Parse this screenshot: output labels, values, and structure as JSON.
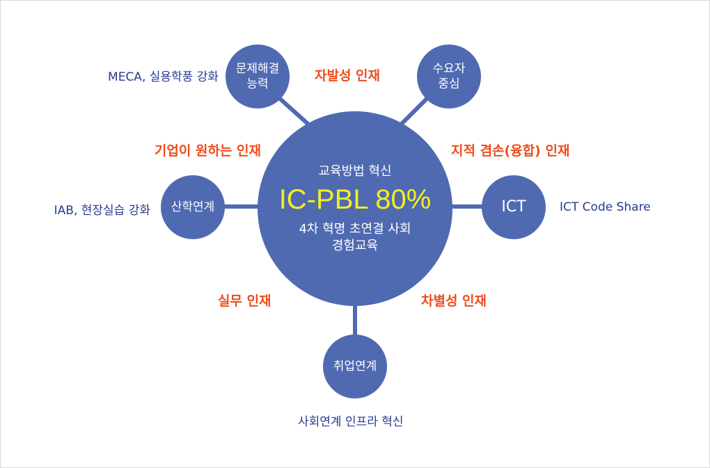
{
  "center": {
    "top": "교육방법 혁신",
    "headline": "IC-PBL 80%",
    "line1": "4차 혁명 초연결 사회",
    "line2": "경험교육"
  },
  "nodes": {
    "problem": {
      "line1": "문제해결",
      "line2": "능력",
      "note": "MECA, 실용학풍 강화"
    },
    "demand": {
      "line1": "수요자",
      "line2": "중심"
    },
    "industry": {
      "label": "산학연계",
      "note": "IAB, 현장실습 강화"
    },
    "ict": {
      "label": "ICT",
      "note": "ICT Code Share"
    },
    "job": {
      "label": "취업연계",
      "note": "사회연계 인프라 혁신"
    }
  },
  "talents": {
    "self": "자발성 인재",
    "corporate": "기업이 원하는 인재",
    "knowledge": "지적 겸손(융합) 인재",
    "practical": "실무 인재",
    "distinct": "차별성 인재"
  },
  "colors": {
    "circle": "#4f6ab1",
    "navy": "#263a90",
    "orange": "#ee4c1c",
    "yellow": "#f6ef1b"
  }
}
